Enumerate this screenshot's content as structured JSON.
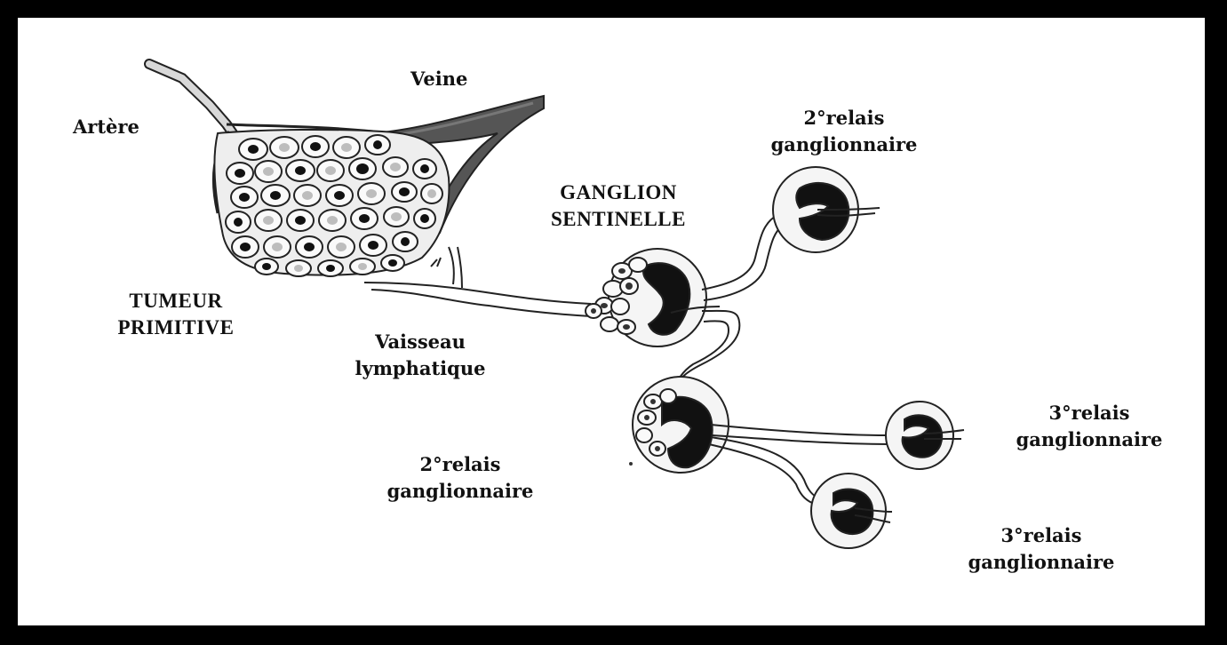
{
  "labels": {
    "artere": "Artère",
    "veine": "Veine",
    "tumeur": [
      "TUMEUR",
      "PRIMITIVE"
    ],
    "ganglion_sentinelle": [
      "GANGLION",
      "SENTINELLE"
    ],
    "vaisseau": [
      "Vaisseau",
      "lymphatique"
    ],
    "relais2_top": [
      "2°relais",
      "ganglionnaire"
    ],
    "relais2_bottom": [
      "2°relais",
      "ganglionnaire"
    ],
    "relais3_upper": [
      "3°relais",
      "ganglionnaire"
    ],
    "relais3_lower": [
      "3°relais",
      "ganglionnaire"
    ]
  }
}
